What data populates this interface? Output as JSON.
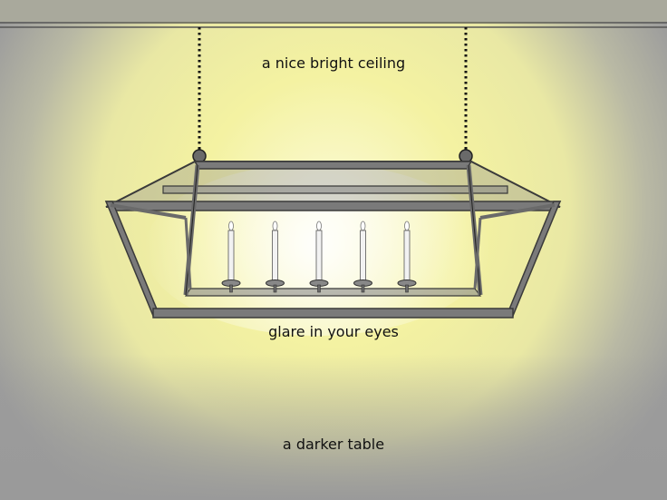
{
  "labels": {
    "ceiling": "a nice bright ceiling",
    "glare": "glare in your eyes",
    "table": "a darker table"
  },
  "colors": {
    "background_gray": "#9a9a9a",
    "light_glow": "#f6f4a6",
    "frame": "#5a5a5a",
    "chain": "#111111",
    "candle": "#f2f2f2",
    "ceiling_line": "#555555"
  },
  "candles": {
    "count": 5
  }
}
